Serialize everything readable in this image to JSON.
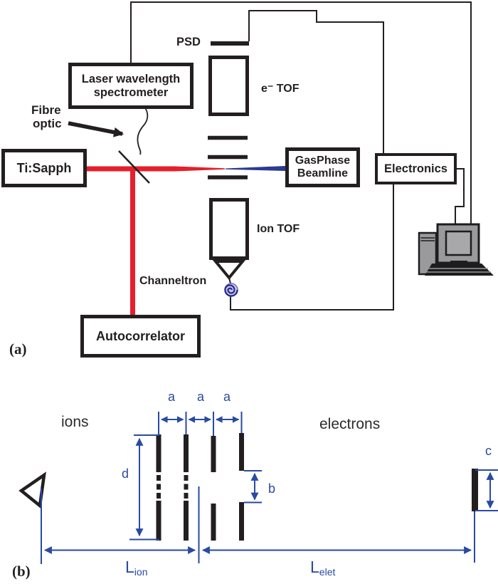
{
  "panel_a": {
    "panel_label": "(a)",
    "boxes": {
      "spectrometer": {
        "line1": "Laser wavelength",
        "line2": "spectrometer"
      },
      "tisapph": {
        "label": "Ti:Sapph"
      },
      "gasphase": {
        "line1": "GasPhase",
        "line2": "Beamline"
      },
      "electronics": {
        "label": "Electronics"
      },
      "autocorrelator": {
        "label": "Autocorrelator"
      }
    },
    "labels": {
      "psd": "PSD",
      "fibre_line1": "Fibre",
      "fibre_line2": "optic",
      "etof": "e⁻ TOF",
      "iontof": "Ion TOF",
      "channeltron": "Channeltron"
    },
    "icons": [
      "computer-icon",
      "channeltron-spiral-icon",
      "detector-funnel-icon",
      "beamsplitter-icon",
      "fibre-arrow-icon"
    ]
  },
  "panel_b": {
    "panel_label": "(b)",
    "labels": {
      "ions": "ions",
      "electrons": "electrons",
      "dim_a": "a",
      "dim_b": "b",
      "dim_c": "c",
      "dim_d": "d",
      "l_ion": {
        "main": "L",
        "sub": "ion"
      },
      "l_elet": {
        "main": "L",
        "sub": "elet"
      }
    },
    "icons": [
      "ion-detector-triangle-icon",
      "electron-detector-plate-icon"
    ]
  },
  "colors": {
    "line_black": "#231f20",
    "beam_red": "#e51f2b",
    "beam_blue": "#2b3a92",
    "dimension_blue": "#2a4aa2",
    "computer_grey": "#9a9a9c"
  }
}
